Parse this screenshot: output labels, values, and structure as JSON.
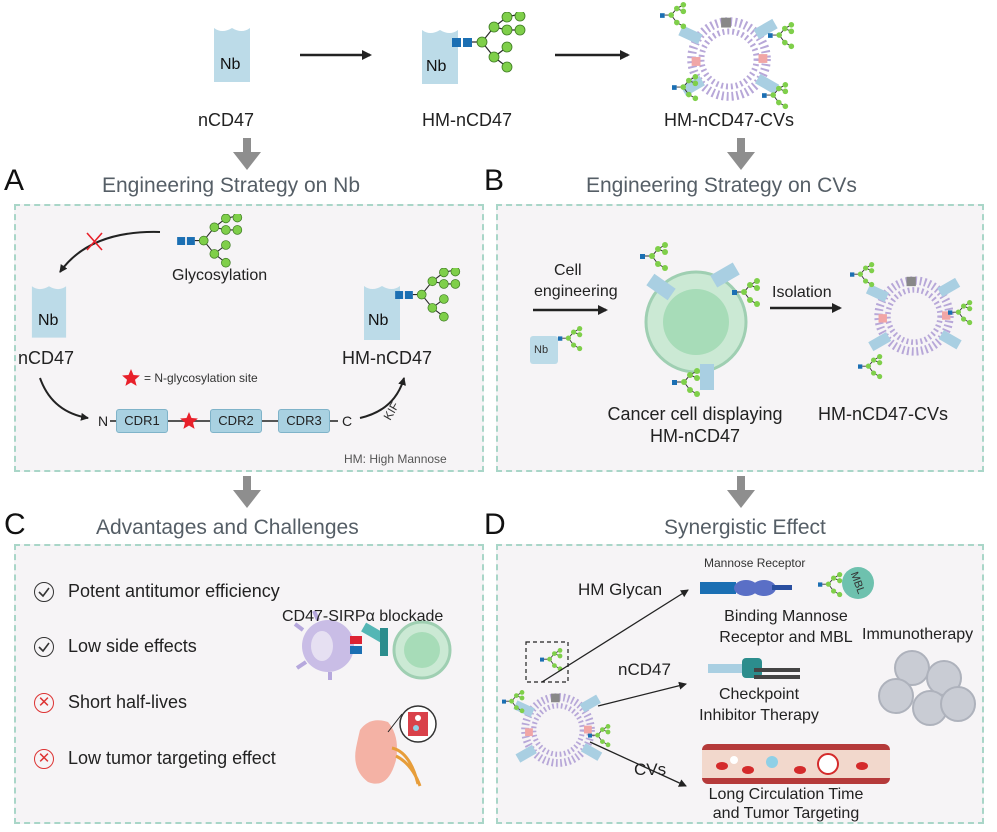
{
  "top": {
    "nb_label": "Nb",
    "stage1": "nCD47",
    "stage2": "HM-nCD47",
    "stage3": "HM-nCD47-CVs"
  },
  "panel_a": {
    "letter": "A",
    "title": "Engineering Strategy on Nb",
    "glycosylation": "Glycosylation",
    "nb_left": "Nb",
    "ncd47": "nCD47",
    "nb_right": "Nb",
    "hm_ncd47": "HM-nCD47",
    "legend_text": "= N-glycosylation site",
    "n_term": "N",
    "c_term": "C",
    "cdr1": "CDR1",
    "cdr2": "CDR2",
    "cdr3": "CDR3",
    "kif": "KIF",
    "footnote": "HM: High Mannose"
  },
  "panel_b": {
    "letter": "B",
    "title": "Engineering Strategy on CVs",
    "cell_engineering": [
      "Cell",
      "engineering"
    ],
    "nb": "Nb",
    "isolation": "Isolation",
    "cancer_cell": [
      "Cancer cell displaying",
      "HM-nCD47"
    ],
    "cvs": "HM-nCD47-CVs"
  },
  "panel_c": {
    "letter": "C",
    "title": "Advantages and Challenges",
    "items": [
      {
        "text": "Potent antitumor efficiency",
        "kind": "check"
      },
      {
        "text": "Low side effects",
        "kind": "check"
      },
      {
        "text": "Short half-lives",
        "kind": "cross"
      },
      {
        "text": "Low tumor targeting effect",
        "kind": "cross"
      }
    ],
    "blockade": "CD47-SIRPα blockade"
  },
  "panel_d": {
    "letter": "D",
    "title": "Synergistic Effect",
    "hm_glycan": "HM Glycan",
    "mannose_receptor": "Mannose Receptor",
    "mbl": "MBL",
    "binding": [
      "Binding Mannose",
      "Receptor and MBL"
    ],
    "immunotherapy": "Immunotherapy",
    "ncd47": "nCD47",
    "checkpoint": [
      "Checkpoint",
      "Inhibitor Therapy"
    ],
    "cvs": "CVs",
    "long_circ": [
      "Long Circulation Time",
      "and Tumor Targeting"
    ]
  },
  "colors": {
    "panel_border": "#a9d6c8",
    "panel_bg": "#f6f4f6",
    "nb_blue": "#bcdbe8",
    "glycan_green": "#7fcf4a",
    "glycan_blue": "#1b6fb3",
    "arrow_gray": "#8e8e8e",
    "star_red": "#e8202a"
  }
}
